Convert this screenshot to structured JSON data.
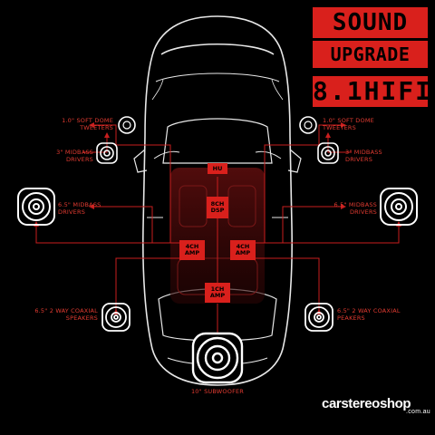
{
  "title": {
    "line1": "SOUND",
    "line2": "UPGRADE",
    "line3": "8.1HIFI"
  },
  "components": {
    "hu": "HU",
    "dsp": "8CH DSP",
    "amp_left": "4CH AMP",
    "amp_right": "4CH AMP",
    "amp_sub": "1CH AMP"
  },
  "labels": {
    "left_tweeters": "1.0\" SOFT DOME TWEETERS",
    "right_tweeters": "1.0\" SOFT DOME TWEETERS",
    "left_midbass_3": "3\" MIDBASS DRIVERS",
    "right_midbass_3": "3\" MIDBASS DRIVERS",
    "left_midbass_65": "6.5\" MIDBASS DRIVERS",
    "right_midbass_65": "6.5\" MIDBASS DRIVERS",
    "left_coaxial": "6.5\" 2 WAY COAXIAL SPEAKERS",
    "right_coaxial": "6.5\" 2 WAY COAXIAL PEAKERS",
    "subwoofer": "10\" SUBWOOFER"
  },
  "brand": {
    "name": "carstereoshop",
    "domain": ".com.au"
  },
  "colors": {
    "accent": "#d9201c",
    "line": "#c81e1e",
    "outline": "#ffffff",
    "background": "#000000"
  }
}
